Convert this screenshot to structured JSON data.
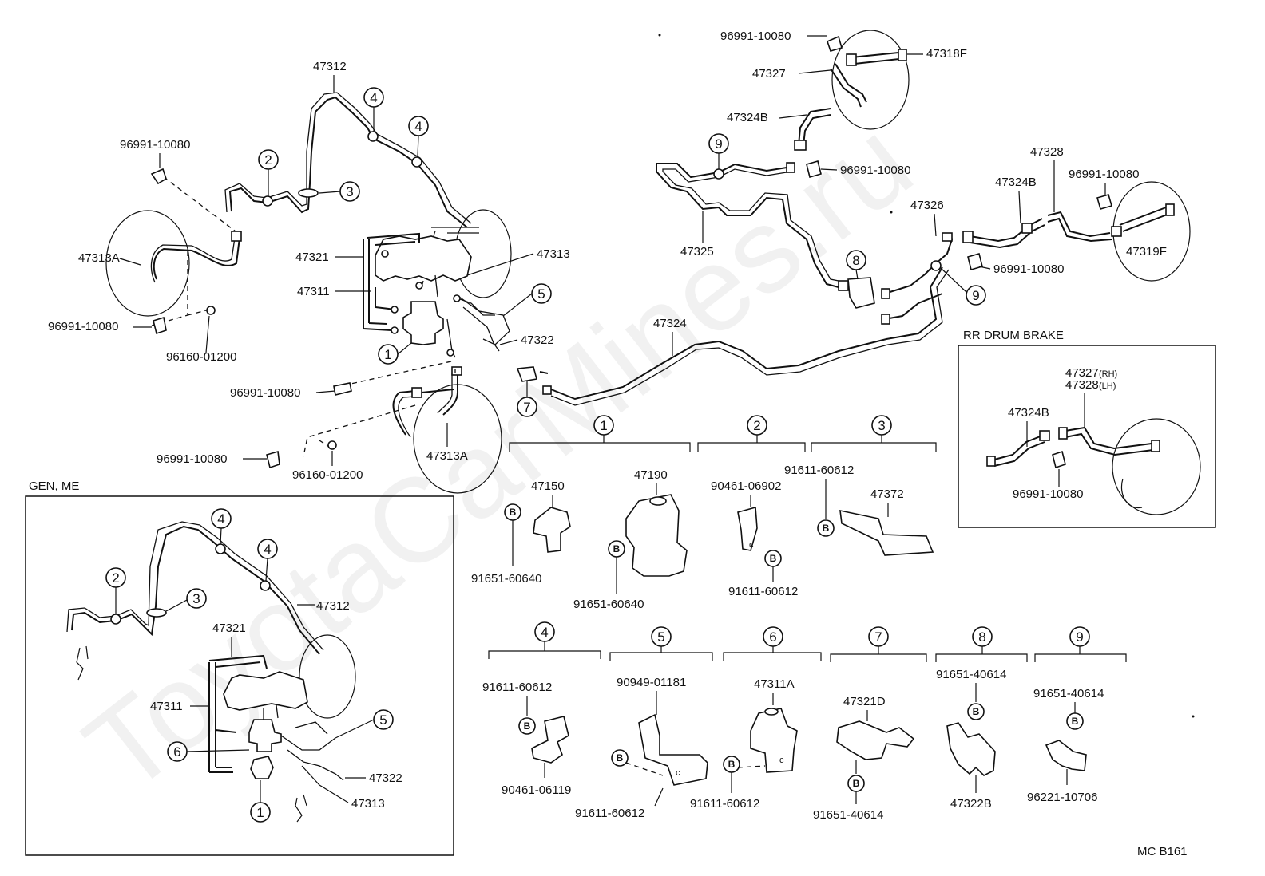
{
  "watermark": "ToyotaCarMines.ru",
  "code": "MC B161",
  "rr_title": "RR DRUM BRAKE",
  "gen_title": "GEN, ME",
  "callouts": {
    "c47312": "47312",
    "c96991a": "96991-10080",
    "c47313a": "47313A",
    "c96991b": "96991-10080",
    "c96160a": "96160-01200",
    "c47321": "47321",
    "c47311": "47311",
    "c47313": "47313",
    "c47322": "47322",
    "c96991c": "96991-10080",
    "c47313a2": "47313A",
    "c96991d": "96991-10080",
    "c96160b": "96160-01200",
    "c96991e": "96991-10080",
    "c47318f": "47318F",
    "c47327": "47327",
    "c47324b": "47324B",
    "c96991f": "96991-10080",
    "c47325": "47325",
    "c47328": "47328",
    "c47324b2": "47324B",
    "c96991g": "96991-10080",
    "c47326": "47326",
    "c47319f": "47319F",
    "c96991h": "96991-10080",
    "c47324": "47324",
    "rr_47327": "47327",
    "rr_rh": "(RH)",
    "rr_47328": "47328",
    "rr_lh": "(LH)",
    "rr_47324b": "47324B",
    "rr_96991": "96991-10080",
    "g47312": "47312",
    "g47321": "47321",
    "g47311": "47311",
    "g47322": "47322",
    "g47313": "47313",
    "k1_47150": "47150",
    "k1_47190": "47190",
    "k1_b1": "91651-60640",
    "k1_b2": "91651-60640",
    "k2_part": "90461-06902",
    "k2_b": "91611-60612",
    "k3_b": "91611-60612",
    "k3_part": "47372",
    "k4_b": "91611-60612",
    "k4_part": "90461-06119",
    "k5_part": "90949-01181",
    "k5_b": "91611-60612",
    "k6_part": "47311A",
    "k6_b": "91611-60612",
    "k7_part": "47321D",
    "k7_b": "91651-40614",
    "k8_b": "91651-40614",
    "k8_part": "47322B",
    "k9_b": "91651-40614",
    "k9_part": "96221-10706"
  },
  "circles": [
    "1",
    "2",
    "3",
    "4",
    "5",
    "6",
    "7",
    "8",
    "9"
  ],
  "bolt_mark": "B",
  "clip_letter": "c"
}
